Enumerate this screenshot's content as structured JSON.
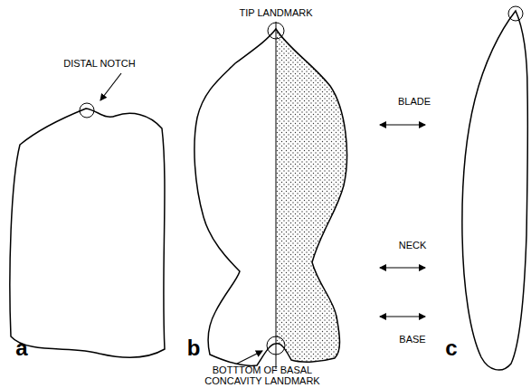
{
  "diagram": {
    "labels": [
      "TIP LANDMARK",
      "DISTAL NOTCH",
      "BLADE",
      "NECK",
      "BASE",
      "a",
      "b",
      "c",
      "BOTTTOM OF BASAL CONCAVITY LANDMARK"
    ]
  }
}
